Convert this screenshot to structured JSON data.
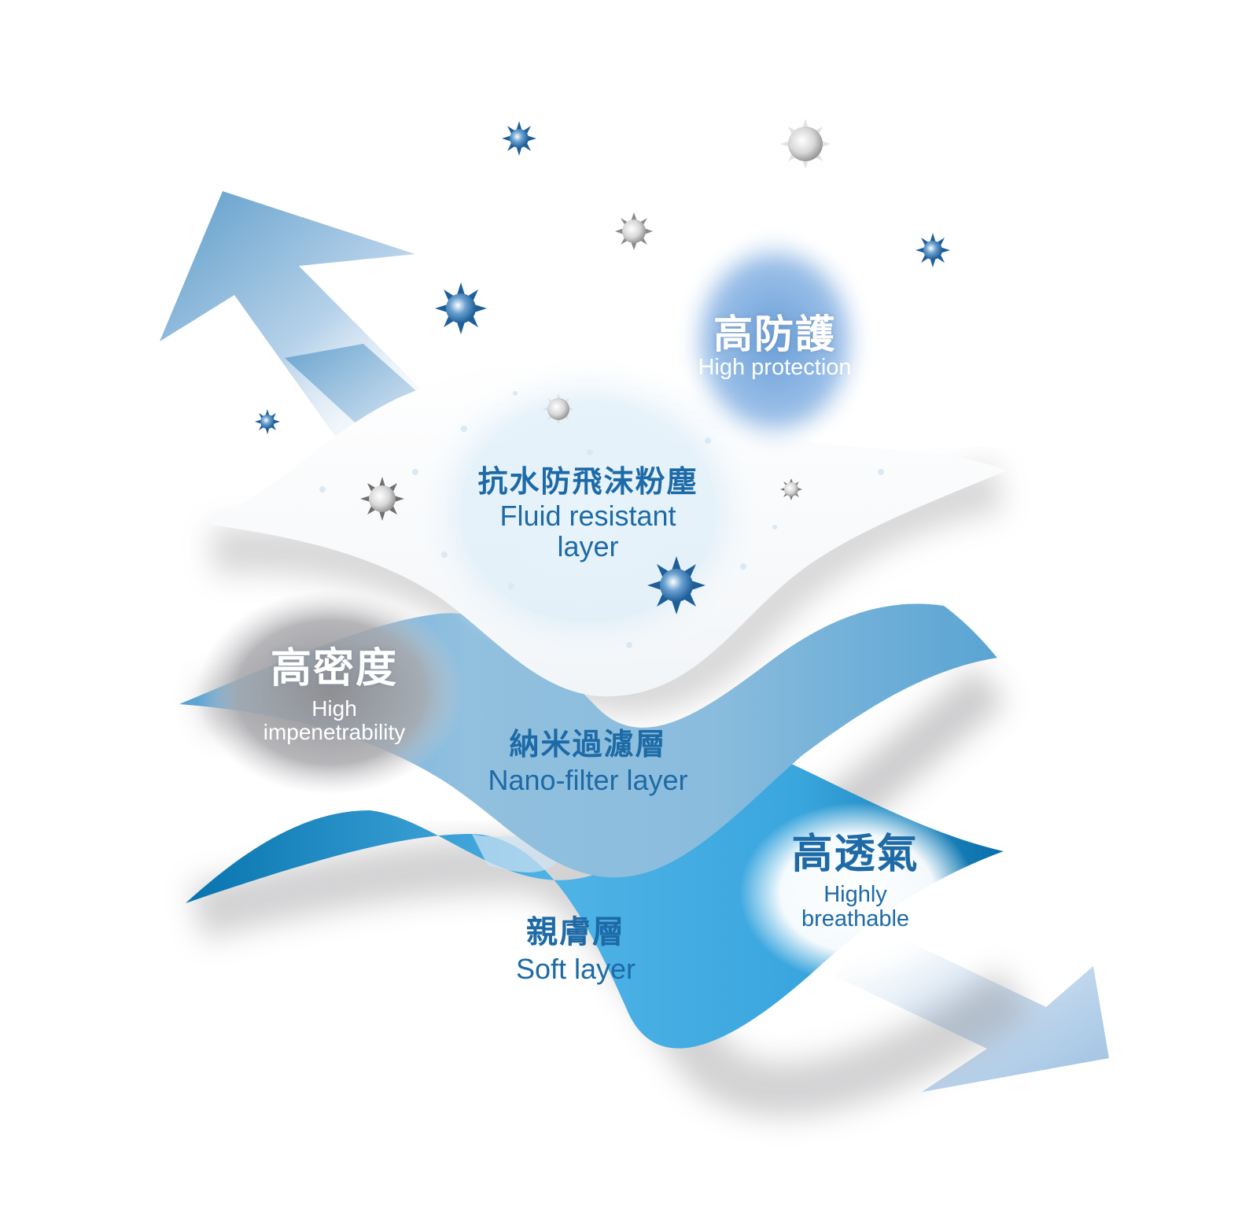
{
  "labels": {
    "high_protection": {
      "zh": "高防護",
      "en": "High protection"
    },
    "fluid_layer": {
      "zh": "抗水防飛沫粉塵",
      "en_line1": "Fluid resistant",
      "en_line2": "layer"
    },
    "high_density": {
      "zh": "高密度",
      "en_line1": "High",
      "en_line2": "impenetrability"
    },
    "nano_layer": {
      "zh": "納米過濾層",
      "en": "Nano-filter layer"
    },
    "breathable": {
      "zh": "高透氣",
      "en_line1": "Highly",
      "en_line2": "breathable"
    },
    "soft_layer": {
      "zh": "親膚層",
      "en": "Soft layer"
    }
  },
  "colors": {
    "text_blue": "#1d6aa6",
    "layer_dark_blue": "#0a7ab5",
    "layer_light_blue": "#7fbde6",
    "arrow_blue": "#a9c9e6",
    "particle_blue": "#1f5f99",
    "particle_grey": "#9a9a9a"
  },
  "icons": [
    "up-left-arrow-icon",
    "down-right-arrow-icon",
    "virus-particle-icon",
    "dust-particle-icon"
  ]
}
